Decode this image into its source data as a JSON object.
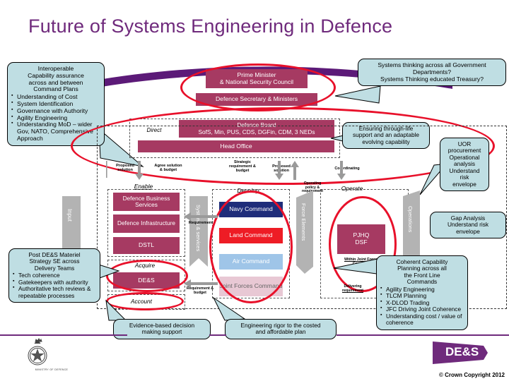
{
  "slide": {
    "title": "Future of Systems Engineering in Defence",
    "copyright": "© Crown Copyright 2012",
    "logo_label": "MINISTRY OF DEFENCE",
    "des_logo": "DE&S"
  },
  "governance": {
    "pm_box": "Prime Minister\n& National Security Council",
    "pm_line1": "Prime Minister",
    "pm_line2": "& National Security Council",
    "defsec_box": "Defence Secretary & Ministers",
    "defence_board": "Defence Board",
    "board_members": "SofS, Min, PUS, CDS, DGFin, CDM, 3 NEDs",
    "head_office": "Head Office"
  },
  "enable_group": {
    "label": "Enable",
    "items": [
      "Defence Business Services",
      "Defence Infrastructure",
      "DSTL"
    ]
  },
  "acquire_group": {
    "label": "Acquire",
    "item": "DE&S"
  },
  "account_group": {
    "label": "Account"
  },
  "develop_group": {
    "label": "Develop",
    "commands": [
      {
        "name": "Navy Command",
        "color": "#1f2d7a",
        "text_color": "#ffffff"
      },
      {
        "name": "Land Command",
        "color": "#ee1c25",
        "text_color": "#ffffff"
      },
      {
        "name": "Air Command",
        "color": "#9fc5e8",
        "text_color": "#ffffff"
      },
      {
        "name": "Joint Forces Command",
        "color": "#e8c8d4",
        "text_color": "#555555"
      }
    ]
  },
  "operate_group": {
    "label": "Operate",
    "pjhq_line1": "PJHQ",
    "pjhq_line2": "DSF",
    "within_note_line1": "Within Joint Forces",
    "within_note_line2": "Command"
  },
  "flow_labels": {
    "proposed_solution_left": "Proposed\nsolution",
    "proposed_left_l1": "Proposed",
    "proposed_left_l2": "solution",
    "agree_solution_l1": "Agree solution",
    "agree_solution_l2": "& budget",
    "strategic_req_l1": "Strategic",
    "strategic_req_l2": "requirement  &",
    "strategic_req_l3": "budget",
    "proposed_solution_right_l1": "Proposed",
    "proposed_solution_right_l2": "solution",
    "direct": "Direct",
    "requirement": "Requirement",
    "requirement_budget_l1": "Requirement &",
    "requirement_budget_l2": "budget",
    "operating_l1": "Operating",
    "operating_l2": "policy &",
    "operating_l3": "requirement",
    "delivering_l1": "Delivering",
    "delivering_l2": "requirement",
    "coordinating": "Co-ordinating"
  },
  "vertical_bands": {
    "input": "Input",
    "systems_services": "Systems & services",
    "force_elements": "Force Elements",
    "operations": "Operations"
  },
  "callouts": {
    "interoperable": {
      "heading": "Interoperable\nCapability assurance\nacross and between\nCommand Plans",
      "h1": "Interoperable",
      "h2": "Capability assurance",
      "h3": "across and between",
      "h4": "Command Plans",
      "bullets": [
        "Understanding of Cost",
        "System Identification",
        "Governance with Authority",
        "Agility Engineering",
        "Understanding MoD – wider Gov, NATO, Comprehensive Approach"
      ]
    },
    "systems_thinking": {
      "l1": "Systems thinking across all Government",
      "l2": "Departments?",
      "l3": "Systems Thinking educated Treasury?"
    },
    "through_life": {
      "l1": "Ensuring through-life",
      "l2": "support and an adaptable",
      "l3": "evolving capability"
    },
    "uor": {
      "l1": "UOR",
      "l2": "procurement",
      "l3": "Operational",
      "l4": "analysis",
      "l5": "Understand",
      "l6": "risk",
      "l7": "envelope"
    },
    "gap_analysis": {
      "l1": "Gap Analysis",
      "l2": "Understand risk",
      "l3": "envelope"
    },
    "post_des": {
      "h1": "Post DE&S Materiel",
      "h2": "Strategy SE across",
      "h3": "Delivery Teams",
      "bullets": [
        "Tech coherence",
        "Gatekeepers with authority",
        "Authoritative tech reviews & repeatable processes"
      ]
    },
    "evidence": {
      "l1": "Evidence-based decision",
      "l2": "making support"
    },
    "eng_rigor": {
      "l1": "Engineering rigor to the costed",
      "l2": "and affordable plan"
    },
    "coherent": {
      "h1": "Coherent Capability",
      "h2": "Planning across all",
      "h3": "the Front Line",
      "h4": "Commands",
      "bullets": [
        "Agility Engineering",
        "TLCM Planning",
        "X-DLOD Trading",
        "JFC Driving Joint Coherence",
        "Understanding cost / value of coherence"
      ]
    }
  },
  "colors": {
    "title_purple": "#6f2a7c",
    "maroon": "#a63a62",
    "callout_fill": "#bfdee3",
    "ellipse_red": "#e8102a",
    "navy": "#1f2d7a",
    "red": "#ee1c25",
    "light_blue": "#9fc5e8",
    "pink_grey": "#e8c8d4"
  }
}
